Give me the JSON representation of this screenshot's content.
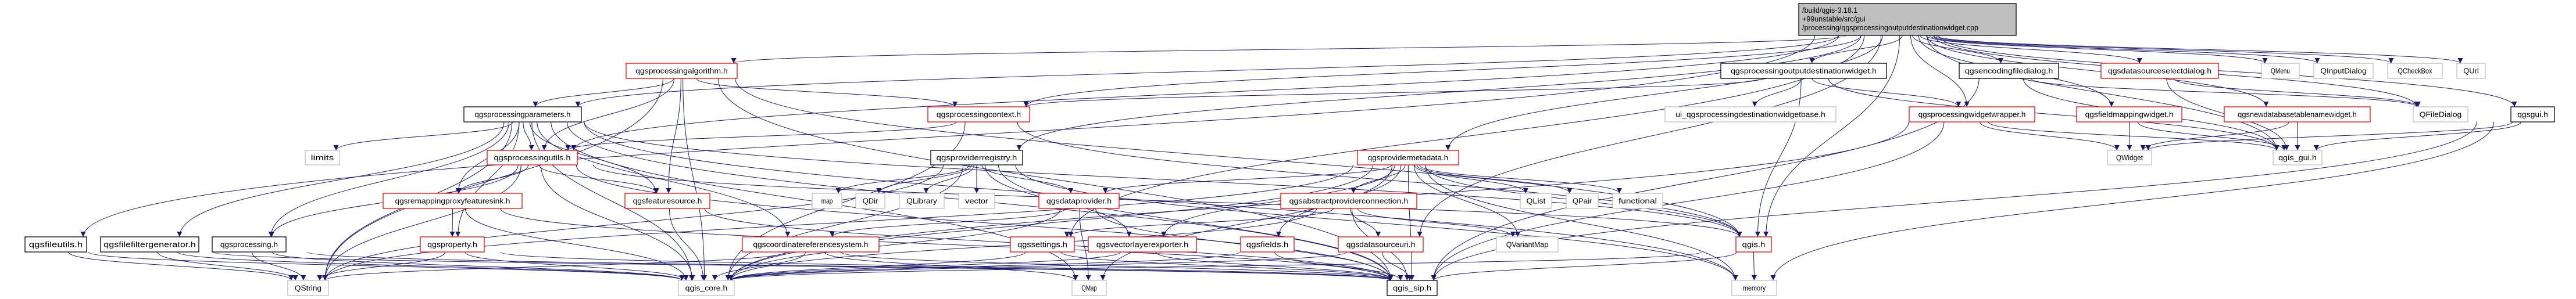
{
  "graph": {
    "type": "include-dependency-graph",
    "colors": {
      "edge": "#191970",
      "red": "#ff0000",
      "black": "#000000",
      "gray": "#bfbfbf",
      "root_fill": "#bfbfbf"
    },
    "nodes": {
      "cpp": {
        "lines": [
          "/build/qgis-3.18.1",
          "+99unstable/src/gui",
          "/processing/qgsprocessingoutputdestinationwidget.cpp"
        ],
        "kind": "root"
      },
      "algorithm": {
        "label": "qgsprocessingalgorithm.h",
        "kind": "red"
      },
      "params": {
        "label": "qgsprocessingparameters.h",
        "kind": "black"
      },
      "context": {
        "label": "qgsprocessingcontext.h",
        "kind": "red"
      },
      "outwidget": {
        "label": "qgsprocessingoutputdestinationwidget.h",
        "kind": "black"
      },
      "encdlg": {
        "label": "qgsencodingfiledialog.h",
        "kind": "black"
      },
      "dsseldlg": {
        "label": "qgsdatasourceselectdialog.h",
        "kind": "red"
      },
      "QMenu": {
        "label": "QMenu",
        "kind": "gray"
      },
      "QInputDialog": {
        "label": "QInputDialog",
        "kind": "gray"
      },
      "QCheckBox": {
        "label": "QCheckBox",
        "kind": "gray"
      },
      "QUrl": {
        "label": "QUrl",
        "kind": "gray"
      },
      "limits": {
        "label": "limits",
        "kind": "gray"
      },
      "utils": {
        "label": "qgsprocessingutils.h",
        "kind": "red"
      },
      "ui": {
        "label": "ui_qgsprocessingdestinationwidgetbase.h",
        "kind": "gray"
      },
      "wrapper": {
        "label": "qgsprocessingwidgetwrapper.h",
        "kind": "red"
      },
      "fieldmap": {
        "label": "qgsfieldmappingwidget.h",
        "kind": "red"
      },
      "newdb": {
        "label": "qgsnewdatabasetablenamewidget.h",
        "kind": "red"
      },
      "QFileDialog": {
        "label": "QFileDialog",
        "kind": "gray"
      },
      "qgsgui": {
        "label": "qgsgui.h",
        "kind": "black"
      },
      "registry": {
        "label": "qgsproviderregistry.h",
        "kind": "black"
      },
      "metadata": {
        "label": "qgsprovidermetadata.h",
        "kind": "red"
      },
      "QWidget": {
        "label": "QWidget",
        "kind": "gray"
      },
      "qgis_gui": {
        "label": "qgis_gui.h",
        "kind": "gray"
      },
      "remap": {
        "label": "qgsremappingproxyfeaturesink.h",
        "kind": "red"
      },
      "featsrc": {
        "label": "qgsfeaturesource.h",
        "kind": "red"
      },
      "map": {
        "label": "map",
        "kind": "gray"
      },
      "QDir": {
        "label": "QDir",
        "kind": "gray"
      },
      "QLibrary": {
        "label": "QLibrary",
        "kind": "gray"
      },
      "vector": {
        "label": "vector",
        "kind": "gray"
      },
      "dataprov": {
        "label": "qgsdataprovider.h",
        "kind": "red"
      },
      "abstrconn": {
        "label": "qgsabstractproviderconnection.h",
        "kind": "red"
      },
      "QList": {
        "label": "QList",
        "kind": "gray"
      },
      "QPair": {
        "label": "QPair",
        "kind": "gray"
      },
      "functional": {
        "label": "functional",
        "kind": "gray"
      },
      "fileutils": {
        "label": "qgsfileutils.h",
        "kind": "black"
      },
      "filefilter": {
        "label": "qgsfilefiltergenerator.h",
        "kind": "black"
      },
      "processing": {
        "label": "qgsprocessing.h",
        "kind": "black"
      },
      "property": {
        "label": "qgsproperty.h",
        "kind": "red"
      },
      "crs": {
        "label": "qgscoordinatereferencesystem.h",
        "kind": "red"
      },
      "settings": {
        "label": "qgssettings.h",
        "kind": "red"
      },
      "exporter": {
        "label": "qgsvectorlayerexporter.h",
        "kind": "red"
      },
      "fields": {
        "label": "qgsfields.h",
        "kind": "red"
      },
      "dsuri": {
        "label": "qgsdatasourceuri.h",
        "kind": "red"
      },
      "QVariantMap": {
        "label": "QVariantMap",
        "kind": "gray"
      },
      "qgis": {
        "label": "qgis.h",
        "kind": "red"
      },
      "QString": {
        "label": "QString",
        "kind": "gray"
      },
      "qgis_core": {
        "label": "qgis_core.h",
        "kind": "gray"
      },
      "QMap": {
        "label": "QMap",
        "kind": "gray"
      },
      "qgis_sip": {
        "label": "qgis_sip.h",
        "kind": "black"
      },
      "memory": {
        "label": "memory",
        "kind": "gray"
      }
    },
    "edges": [
      [
        "cpp",
        "params"
      ],
      [
        "cpp",
        "algorithm"
      ],
      [
        "cpp",
        "context"
      ],
      [
        "cpp",
        "registry"
      ],
      [
        "cpp",
        "metadata"
      ],
      [
        "cpp",
        "outwidget"
      ],
      [
        "cpp",
        "encdlg"
      ],
      [
        "cpp",
        "dsseldlg"
      ],
      [
        "cpp",
        "QMenu"
      ],
      [
        "cpp",
        "QInputDialog"
      ],
      [
        "cpp",
        "QCheckBox"
      ],
      [
        "cpp",
        "QUrl"
      ],
      [
        "cpp",
        "fileutils"
      ],
      [
        "cpp",
        "wrapper"
      ],
      [
        "cpp",
        "fieldmap"
      ],
      [
        "cpp",
        "newdb"
      ],
      [
        "cpp",
        "QFileDialog"
      ],
      [
        "cpp",
        "qgsgui"
      ],
      [
        "cpp",
        "qgis"
      ],
      [
        "cpp",
        "settings"
      ],
      [
        "cpp",
        "utils"
      ],
      [
        "cpp",
        "dsuri"
      ],
      [
        "cpp",
        "qgis_gui"
      ],
      [
        "algorithm",
        "params"
      ],
      [
        "algorithm",
        "context"
      ],
      [
        "algorithm",
        "utils"
      ],
      [
        "algorithm",
        "featsrc"
      ],
      [
        "algorithm",
        "qgis_core"
      ],
      [
        "algorithm",
        "qgis_sip"
      ],
      [
        "algorithm",
        "qgis"
      ],
      [
        "algorithm",
        "QString"
      ],
      [
        "params",
        "utils"
      ],
      [
        "params",
        "limits"
      ],
      [
        "params",
        "remap"
      ],
      [
        "params",
        "property"
      ],
      [
        "params",
        "featsrc"
      ],
      [
        "params",
        "QString"
      ],
      [
        "params",
        "qgis_core"
      ],
      [
        "params",
        "qgis_sip"
      ],
      [
        "params",
        "filefilter"
      ],
      [
        "params",
        "processing"
      ],
      [
        "params",
        "crs"
      ],
      [
        "params",
        "QMap"
      ],
      [
        "params",
        "qgis"
      ],
      [
        "params",
        "memory"
      ],
      [
        "utils",
        "remap"
      ],
      [
        "utils",
        "featsrc"
      ],
      [
        "utils",
        "processing"
      ],
      [
        "utils",
        "QString"
      ],
      [
        "utils",
        "qgis_core"
      ],
      [
        "utils",
        "qgis_sip"
      ],
      [
        "utils",
        "qgis"
      ],
      [
        "remap",
        "property"
      ],
      [
        "remap",
        "qgis_core"
      ],
      [
        "remap",
        "qgis_sip"
      ],
      [
        "property",
        "QString"
      ],
      [
        "property",
        "qgis_core"
      ],
      [
        "property",
        "qgis_sip"
      ],
      [
        "featsrc",
        "qgis_core"
      ],
      [
        "featsrc",
        "qgis_sip"
      ],
      [
        "fileutils",
        "QString"
      ],
      [
        "fileutils",
        "qgis_core"
      ],
      [
        "filefilter",
        "QString"
      ],
      [
        "filefilter",
        "qgis_core"
      ],
      [
        "filefilter",
        "qgis_sip"
      ],
      [
        "processing",
        "QString"
      ],
      [
        "processing",
        "qgis_core"
      ],
      [
        "processing",
        "qgis_sip"
      ],
      [
        "context",
        "utils"
      ],
      [
        "context",
        "qgis_core"
      ],
      [
        "context",
        "qgis"
      ],
      [
        "registry",
        "map"
      ],
      [
        "registry",
        "QDir"
      ],
      [
        "registry",
        "QLibrary"
      ],
      [
        "registry",
        "vector"
      ],
      [
        "registry",
        "dataprov"
      ],
      [
        "registry",
        "exporter"
      ],
      [
        "registry",
        "qgis_core"
      ],
      [
        "registry",
        "QString"
      ],
      [
        "registry",
        "qgis_sip"
      ],
      [
        "registry",
        "memory"
      ],
      [
        "metadata",
        "abstrconn"
      ],
      [
        "metadata",
        "QList"
      ],
      [
        "metadata",
        "QPair"
      ],
      [
        "metadata",
        "functional"
      ],
      [
        "metadata",
        "QVariantMap"
      ],
      [
        "metadata",
        "qgis"
      ],
      [
        "metadata",
        "memory"
      ],
      [
        "metadata",
        "dataprov"
      ],
      [
        "metadata",
        "exporter"
      ],
      [
        "metadata",
        "fields"
      ],
      [
        "metadata",
        "qgis_core"
      ],
      [
        "metadata",
        "qgis_sip"
      ],
      [
        "metadata",
        "QString"
      ],
      [
        "metadata",
        "QMap"
      ],
      [
        "abstrconn",
        "dsuri"
      ],
      [
        "abstrconn",
        "QVariantMap"
      ],
      [
        "abstrconn",
        "qgis_sip"
      ],
      [
        "abstrconn",
        "qgis_core"
      ],
      [
        "abstrconn",
        "settings"
      ],
      [
        "dataprov",
        "crs"
      ],
      [
        "dataprov",
        "qgis_core"
      ],
      [
        "dataprov",
        "qgis_sip"
      ],
      [
        "dataprov",
        "QMap"
      ],
      [
        "crs",
        "qgis_core"
      ],
      [
        "crs",
        "qgis_sip"
      ],
      [
        "crs",
        "QString"
      ],
      [
        "crs",
        "QMap"
      ],
      [
        "settings",
        "qgis_core"
      ],
      [
        "settings",
        "qgis_sip"
      ],
      [
        "exporter",
        "qgis_core"
      ],
      [
        "exporter",
        "qgis_sip"
      ],
      [
        "fields",
        "qgis_core"
      ],
      [
        "fields",
        "qgis_sip"
      ],
      [
        "dsuri",
        "qgis_core"
      ],
      [
        "dsuri",
        "qgis_sip"
      ],
      [
        "qgis",
        "memory"
      ],
      [
        "qgis",
        "qgis_sip"
      ],
      [
        "qgis",
        "qgis_core"
      ],
      [
        "outwidget",
        "ui"
      ],
      [
        "outwidget",
        "context"
      ],
      [
        "outwidget",
        "wrapper"
      ],
      [
        "outwidget",
        "qgis"
      ],
      [
        "outwidget",
        "qgis_gui"
      ],
      [
        "encdlg",
        "QFileDialog"
      ],
      [
        "encdlg",
        "qgis_gui"
      ],
      [
        "encdlg",
        "qgis_sip"
      ],
      [
        "dsseldlg",
        "qgis_gui"
      ],
      [
        "dsseldlg",
        "QFileDialog"
      ],
      [
        "wrapper",
        "QWidget"
      ],
      [
        "wrapper",
        "qgis_gui"
      ],
      [
        "wrapper",
        "qgis_sip"
      ],
      [
        "wrapper",
        "qgis_core"
      ],
      [
        "fieldmap",
        "QWidget"
      ],
      [
        "fieldmap",
        "qgis_gui"
      ],
      [
        "newdb",
        "QWidget"
      ],
      [
        "newdb",
        "qgis_gui"
      ],
      [
        "qgsgui",
        "qgis_gui"
      ],
      [
        "qgsgui",
        "QWidget"
      ],
      [
        "qgsgui",
        "memory"
      ],
      [
        "qgsgui",
        "qgis_sip"
      ]
    ]
  }
}
